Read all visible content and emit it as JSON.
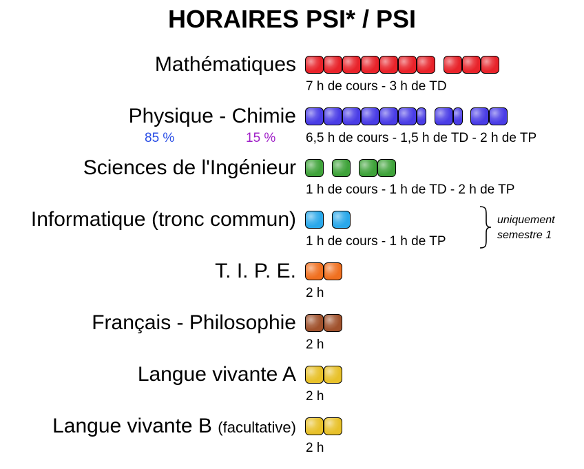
{
  "title": "HORAIRES PSI* / PSI",
  "colors": {
    "math": "#e8232a",
    "physique": "#4a3de6",
    "physique_tp": "#8a3be0",
    "si": "#3fa33a",
    "info": "#2aa8ea",
    "tipe": "#f07020",
    "francais": "#a0522d",
    "langue": "#e8c12a",
    "pct_85": "#2a4ee6",
    "pct_15": "#a020c8"
  },
  "subjects": [
    {
      "name": "Mathématiques",
      "caption": "7 h de cours - 3 h de TD",
      "hours": {
        "cours": 7,
        "td": 3
      }
    },
    {
      "name": "Physique - Chimie",
      "caption": "6,5 h de cours - 1,5 h de TD - 2 h de TP",
      "hours": {
        "cours": 6.5,
        "td": 1.5,
        "tp": 2
      },
      "share_left": "85 %",
      "share_right": "15 %"
    },
    {
      "name": "Sciences de l'Ingénieur",
      "caption": "1 h de cours - 1 h de TD - 2 h de TP",
      "hours": {
        "cours": 1,
        "td": 1,
        "tp": 2
      }
    },
    {
      "name": "Informatique (tronc commun)",
      "caption": "1 h de cours - 1 h de TP",
      "hours": {
        "cours": 1,
        "tp": 1
      },
      "note_line1": "uniquement",
      "note_line2": "semestre 1"
    },
    {
      "name": "T. I. P. E.",
      "caption": "2 h",
      "hours": {
        "total": 2
      }
    },
    {
      "name": "Français - Philosophie",
      "caption": "2 h",
      "hours": {
        "total": 2
      }
    },
    {
      "name": "Langue vivante A",
      "caption": "2 h",
      "hours": {
        "total": 2
      }
    },
    {
      "name": "Langue vivante B",
      "name_suffix": "(facultative)",
      "caption": "2 h",
      "hours": {
        "total": 2
      }
    }
  ]
}
